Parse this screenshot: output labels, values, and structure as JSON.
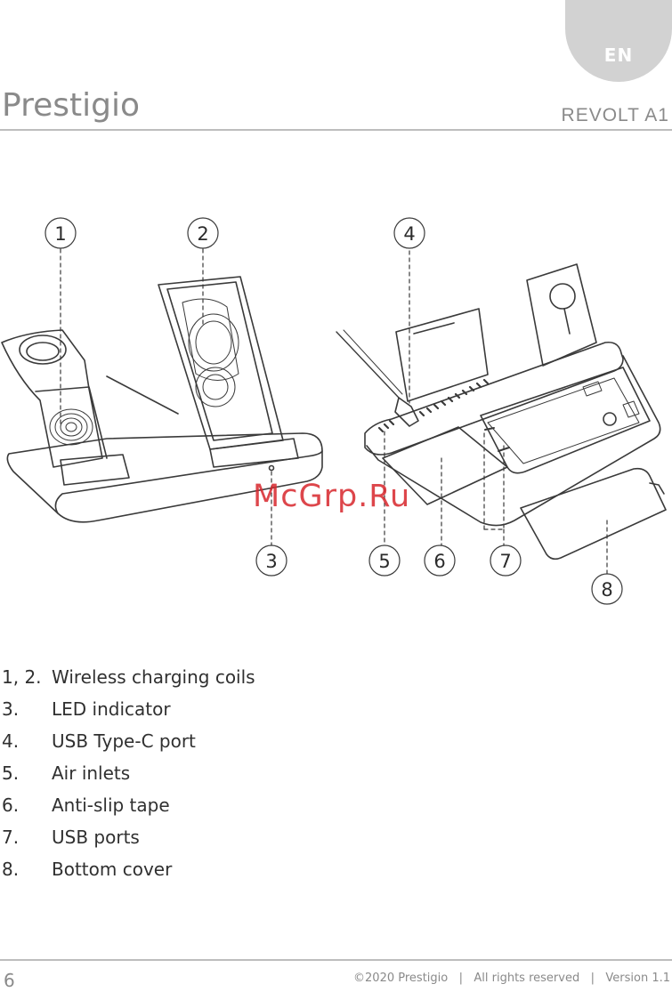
{
  "header": {
    "lang": "EN",
    "brand": "Prestigio",
    "model": "REVOLT A1"
  },
  "figure": {
    "callouts": [
      "1",
      "2",
      "3",
      "4",
      "5",
      "6",
      "7",
      "8"
    ],
    "watermark": "McGrp.Ru"
  },
  "legend": [
    {
      "num": "1, 2.",
      "desc": "Wireless charging coils"
    },
    {
      "num": "3.",
      "desc": "LED indicator"
    },
    {
      "num": "4.",
      "desc": "USB Type-C port"
    },
    {
      "num": "5.",
      "desc": "Air inlets"
    },
    {
      "num": "6.",
      "desc": "Anti-slip tape"
    },
    {
      "num": "7.",
      "desc": "USB ports"
    },
    {
      "num": "8.",
      "desc": "Bottom cover"
    }
  ],
  "footer": {
    "page": "6",
    "text": "©2020 Prestigio   |   All rights reserved   |   Version 1.1"
  }
}
